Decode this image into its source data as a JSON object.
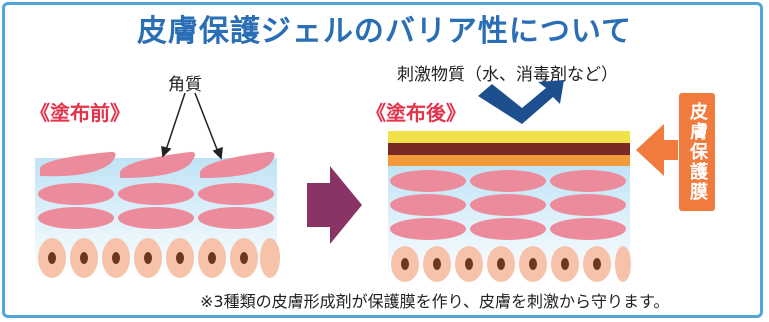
{
  "title": "皮膚保護ジェルのバリア性について",
  "before": {
    "stage_label": "《塗布前》",
    "keratin_label": "角質"
  },
  "after": {
    "stage_label": "《塗布後》",
    "irritant_label": "刺激物質（水、消毒剤など）",
    "membrane_label": "皮膚保護膜"
  },
  "footnote": "※3種類の皮膚形成剤が保護膜を作り、皮膚を刺激から守ります。",
  "colors": {
    "title": "#2a6fb5",
    "stage": "#e2344b",
    "keratin": "#ec8b9b",
    "cell": "#f6c2aa",
    "nucleus": "#6b3a1e",
    "arrow_main": "#8a3466",
    "arrow_blue": "#1d4f8f",
    "membrane_orange": "#f07b3c",
    "film_yellow": "#f2e24a",
    "film_brown": "#7a2a24",
    "film_orange": "#f29a3a"
  }
}
